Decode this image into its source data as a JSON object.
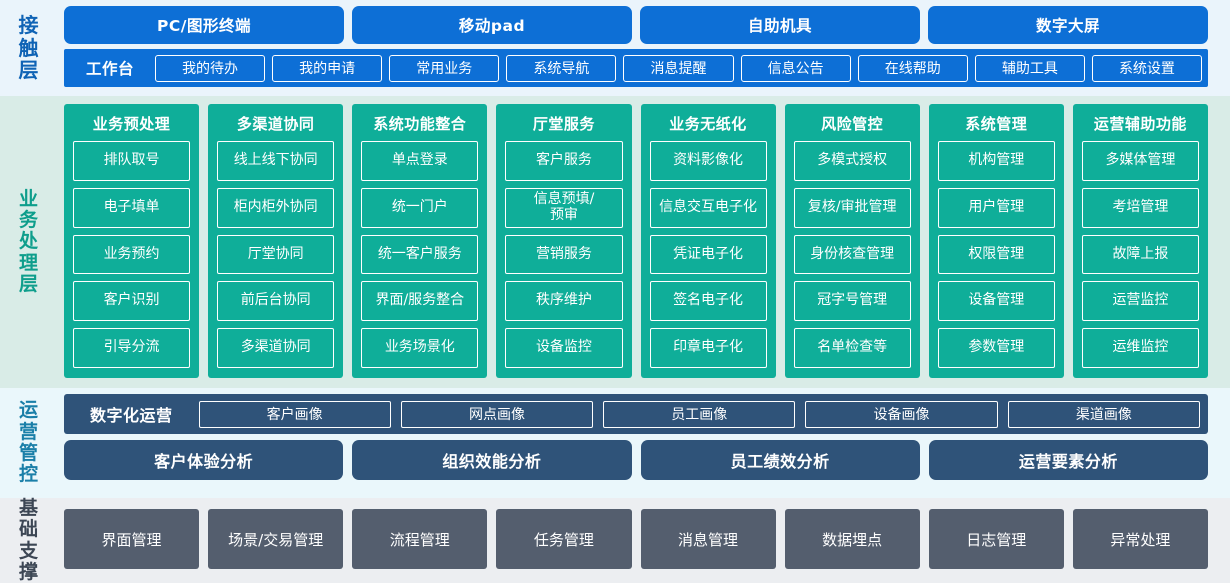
{
  "colors": {
    "blue": "#0d6fd6",
    "teal": "#0fae99",
    "slate_blue": "#2f5379",
    "gray": "#545e6e",
    "l1_bg": "#eaf4fb",
    "l2_bg": "#d9ece7",
    "l3_bg": "#eaf7fb",
    "l4_bg": "#eceef1"
  },
  "layers": {
    "contact": {
      "label": "接触层",
      "terminals": [
        "PC/图形终端",
        "移动pad",
        "自助机具",
        "数字大屏"
      ],
      "nav_title": "工作台",
      "nav_items": [
        "我的待办",
        "我的申请",
        "常用业务",
        "系统导航",
        "消息提醒",
        "信息公告",
        "在线帮助",
        "辅助工具",
        "系统设置"
      ]
    },
    "business": {
      "label": "业务处理层",
      "columns": [
        {
          "title": "业务预处理",
          "items": [
            "排队取号",
            "电子填单",
            "业务预约",
            "客户识别",
            "引导分流"
          ]
        },
        {
          "title": "多渠道协同",
          "items": [
            "线上线下协同",
            "柜内柜外协同",
            "厅堂协同",
            "前后台协同",
            "多渠道协同"
          ]
        },
        {
          "title": "系统功能整合",
          "items": [
            "单点登录",
            "统一门户",
            "统一客户服务",
            "界面/服务整合",
            "业务场景化"
          ]
        },
        {
          "title": "厅堂服务",
          "items": [
            "客户服务",
            "信息预填/\n预审",
            "营销服务",
            "秩序维护",
            "设备监控"
          ]
        },
        {
          "title": "业务无纸化",
          "items": [
            "资料影像化",
            "信息交互电子化",
            "凭证电子化",
            "签名电子化",
            "印章电子化"
          ]
        },
        {
          "title": "风险管控",
          "items": [
            "多模式授权",
            "复核/审批管理",
            "身份核查管理",
            "冠字号管理",
            "名单检查等"
          ]
        },
        {
          "title": "系统管理",
          "items": [
            "机构管理",
            "用户管理",
            "权限管理",
            "设备管理",
            "参数管理"
          ]
        },
        {
          "title": "运营辅助功能",
          "items": [
            "多媒体管理",
            "考培管理",
            "故障上报",
            "运营监控",
            "运维监控"
          ]
        }
      ]
    },
    "operations": {
      "label": "运营管控",
      "digital_title": "数字化运营",
      "portraits": [
        "客户画像",
        "网点画像",
        "员工画像",
        "设备画像",
        "渠道画像"
      ],
      "analyses": [
        "客户体验分析",
        "组织效能分析",
        "员工绩效分析",
        "运营要素分析"
      ]
    },
    "foundation": {
      "label": "基础支撑",
      "items": [
        "界面管理",
        "场景/交易管理",
        "流程管理",
        "任务管理",
        "消息管理",
        "数据埋点",
        "日志管理",
        "异常处理"
      ]
    }
  }
}
